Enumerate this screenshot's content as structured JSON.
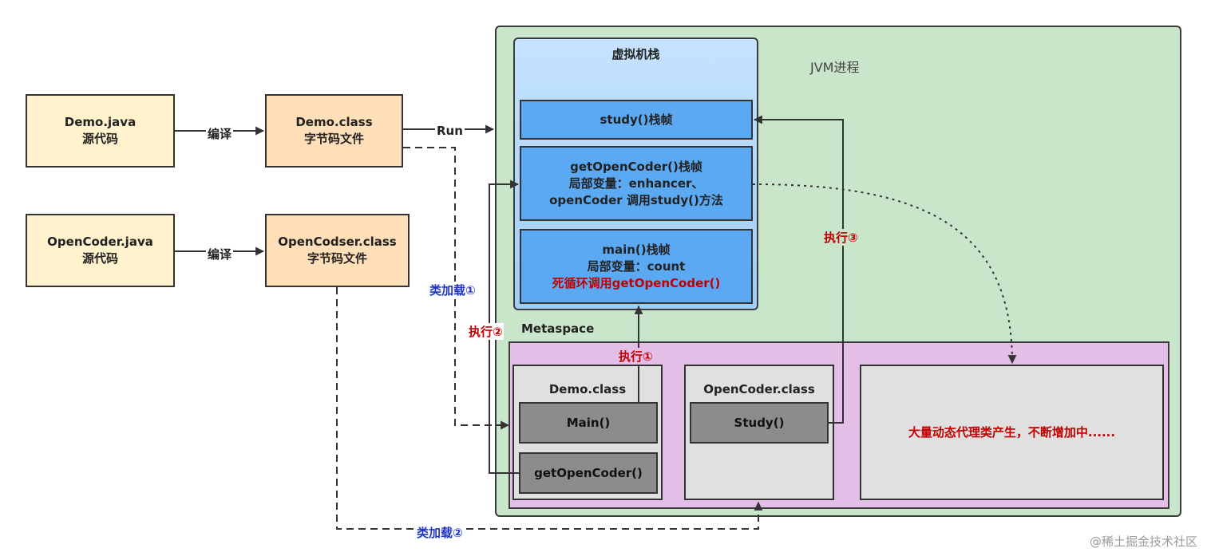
{
  "nodes": {
    "demo_java": {
      "line1": "Demo.java",
      "line2": "源代码"
    },
    "demo_class": {
      "line1": "Demo.class",
      "line2": "字节码文件"
    },
    "opencoder_java": {
      "line1": "OpenCoder.java",
      "line2": "源代码"
    },
    "opencodser_class": {
      "line1": "OpenCodser.class",
      "line2": "字节码文件"
    }
  },
  "jvm": {
    "label": "JVM进程"
  },
  "stack": {
    "title": "虚拟机栈",
    "frames": [
      {
        "lines": [
          "study()栈帧"
        ]
      },
      {
        "lines": [
          "getOpenCoder()栈帧",
          "局部变量：enhancer、",
          "openCoder 调用study()方法"
        ]
      },
      {
        "lines": [
          "main()栈帧",
          "局部变量：count"
        ],
        "highlight": "死循环调用getOpenCoder()"
      }
    ]
  },
  "metaspace": {
    "label": "Metaspace",
    "demo_class": {
      "title": "Demo.class",
      "methods": [
        "Main()",
        "getOpenCoder()"
      ]
    },
    "opencoder_class": {
      "title": "OpenCoder.class",
      "methods": [
        "Study()"
      ]
    },
    "proxy_area": {
      "text": "大量动态代理类产生，不断增加中......"
    }
  },
  "edges": {
    "compile_1": "编译",
    "compile_2": "编译",
    "run": "Run",
    "classload_1": "类加载①",
    "classload_2": "类加载②",
    "exec_1": "执行①",
    "exec_2": "执行②",
    "exec_3": "执行③"
  },
  "colors": {
    "source_fill": "#fff2cc",
    "class_fill": "#ffdfb8",
    "jvm_fill": "#c9e6ca",
    "stack_fill": "#b5dafd",
    "frame_fill": "#5aa9f2",
    "metaspace_fill": "#e3bfe8",
    "method_fill": "#8c8c8c",
    "accent_red": "#c00000",
    "accent_blue": "#1f35c9"
  },
  "watermark": "@稀土掘金技术社区"
}
